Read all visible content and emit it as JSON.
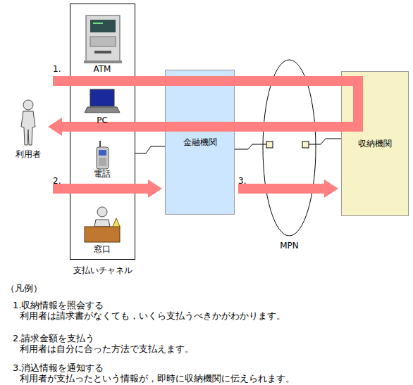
{
  "diagram": {
    "nodes": [
      {
        "text": [
          "利用者"
        ]
      },
      {
        "text": [
          "支払いチャネル"
        ]
      },
      {
        "text": [
          "金融機関"
        ]
      },
      {
        "text": [
          "MPN"
        ]
      },
      {
        "text": [
          "収納機関"
        ]
      }
    ],
    "edges": [
      {
        "from": 4,
        "to": 0,
        "arrow": "to",
        "label": "1."
      },
      {
        "from": 0,
        "to": 2,
        "arrow": "to",
        "label": "2."
      },
      {
        "from": 2,
        "to": 4,
        "arrow": "to",
        "label": "3."
      },
      {
        "from": 1,
        "to": 2,
        "arrow": "none"
      },
      {
        "from": 2,
        "to": 3,
        "arrow": "none"
      },
      {
        "from": 3,
        "to": 4,
        "arrow": "none"
      }
    ],
    "labels": [
      "ATM",
      "PC",
      "電話",
      "窓口",
      "（凡例）",
      "1.収納情報を照会する",
      "利用者は請求書がなくても，いくら支払うべきかがわかります。",
      "2.請求金額を支払う",
      "利用者は自分に合った方法で支払えます。",
      "3.消込情報を通知する",
      "利用者が支払ったという情報が，即時に収納機関に伝えられます。"
    ]
  }
}
